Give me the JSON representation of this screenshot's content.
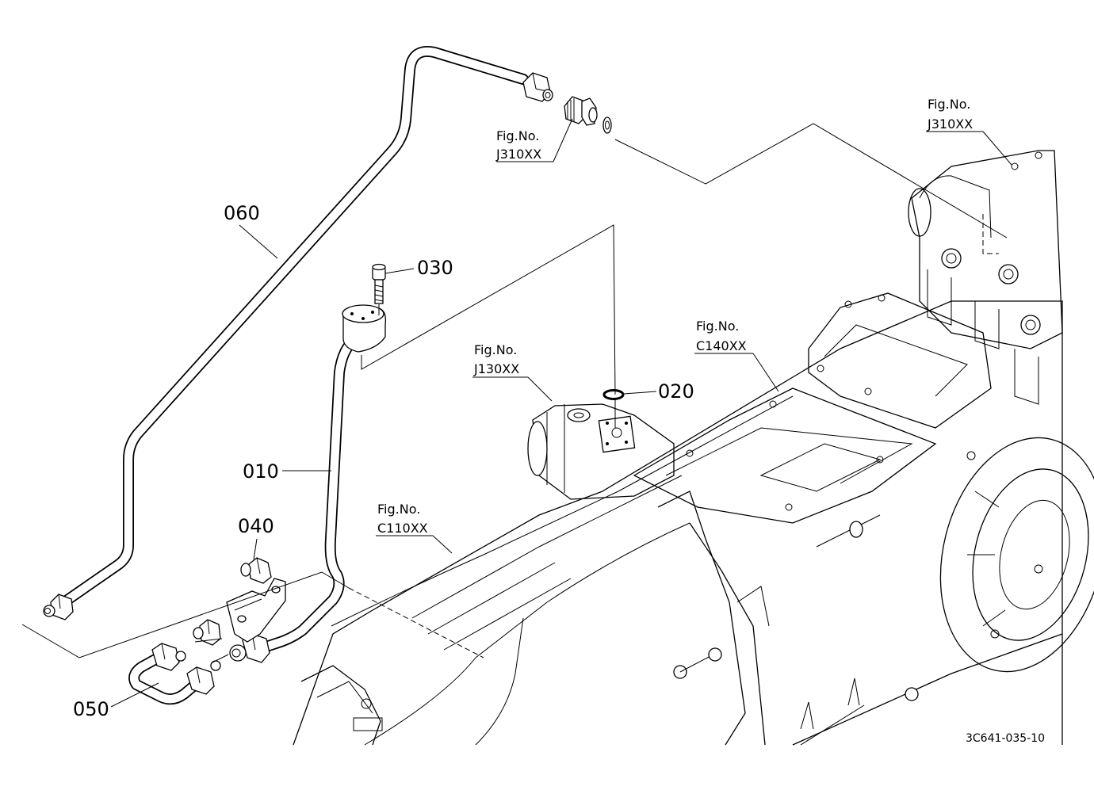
{
  "diagram": {
    "parts": [
      {
        "id": "010",
        "label": "010"
      },
      {
        "id": "020",
        "label": "020"
      },
      {
        "id": "030",
        "label": "030"
      },
      {
        "id": "040",
        "label": "040"
      },
      {
        "id": "050",
        "label": "050"
      },
      {
        "id": "060",
        "label": "060"
      }
    ],
    "figure_refs": [
      {
        "caption": "Fig.No.",
        "code": "J310XX"
      },
      {
        "caption": "Fig.No.",
        "code": "J310XX"
      },
      {
        "caption": "Fig.No.",
        "code": "J130XX"
      },
      {
        "caption": "Fig.No.",
        "code": "C140XX"
      },
      {
        "caption": "Fig.No.",
        "code": "C110XX"
      }
    ],
    "reference_code": "3C641-035-10"
  }
}
